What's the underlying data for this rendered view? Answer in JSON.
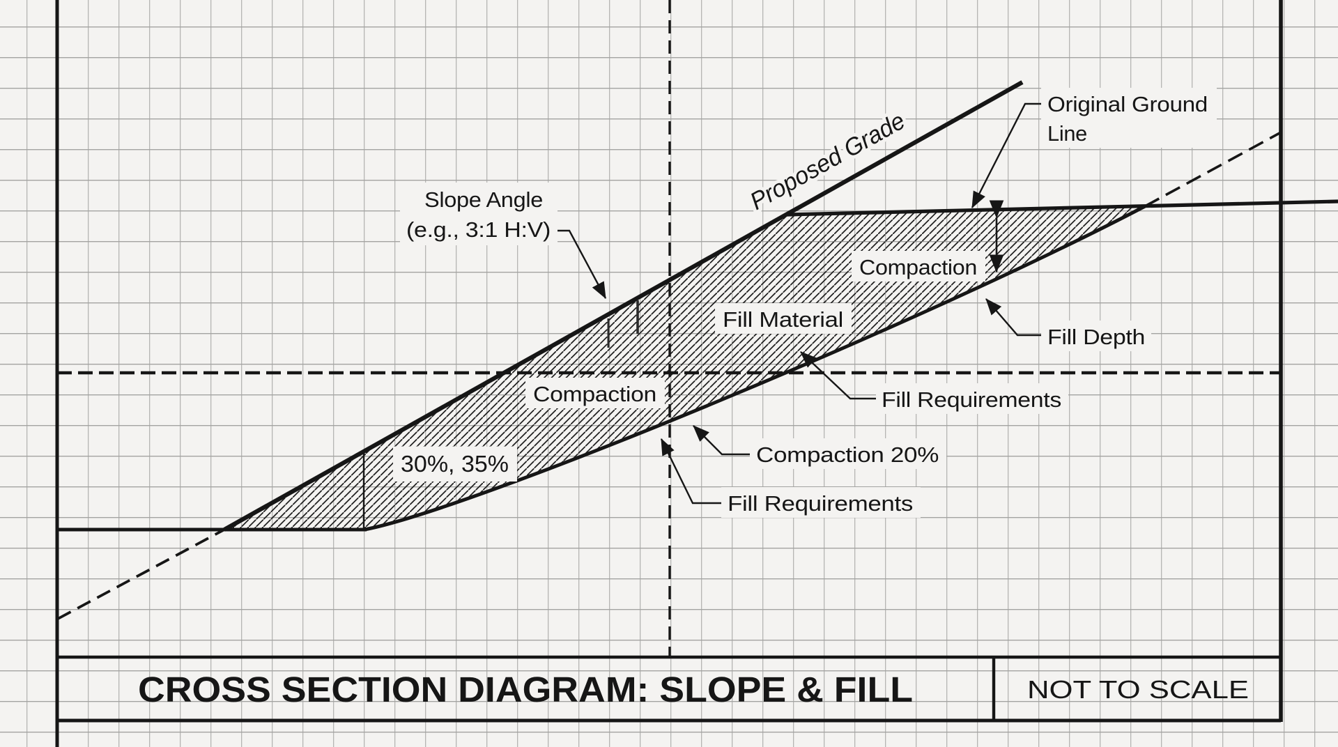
{
  "drawing": {
    "title": "CROSS SECTION DIAGRAM: SLOPE & FILL",
    "scale_note": "NOT TO SCALE",
    "labels": {
      "slope_angle_line1": "Slope Angle",
      "slope_angle_line2": "(e.g., 3:1 H:V)",
      "proposed_grade": "Proposed Grade",
      "original_ground_line1": "Original Ground",
      "original_ground_line2": "Line",
      "compaction_right": "Compaction",
      "fill_material": "Fill Material",
      "compaction_left": "Compaction",
      "fill_requirements_upper": "Fill Requirements",
      "fill_depth": "Fill Depth",
      "compaction_20": "Compaction 20%",
      "fill_requirements_lower": "Fill Requirements",
      "percent_note": "30%, 35%"
    },
    "colors": {
      "paper": "#f4f3f1",
      "grid_vertical": "#b5b5b3",
      "grid_horizontal": "#a3a3a1",
      "ink": "#161616",
      "hatch": "#1f1f1f"
    }
  }
}
